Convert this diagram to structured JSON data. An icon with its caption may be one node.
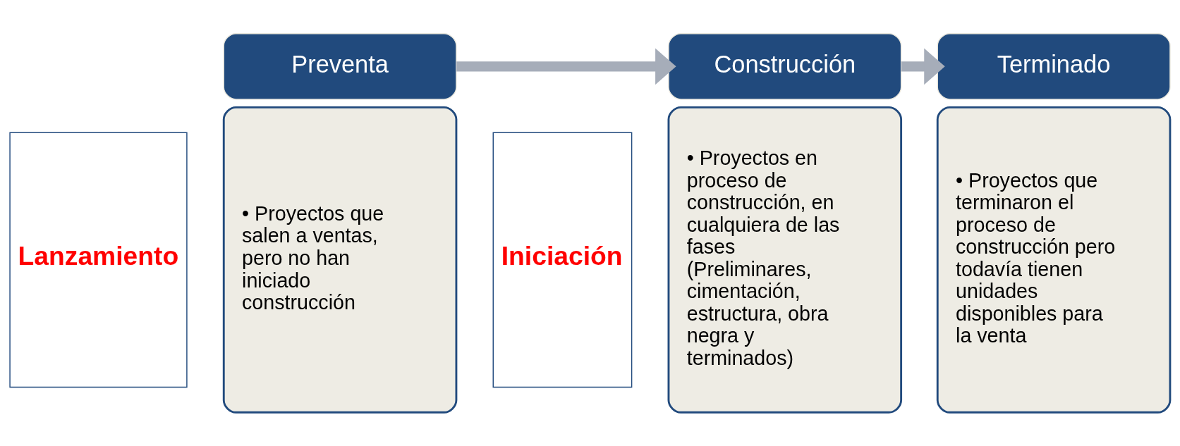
{
  "diagram": {
    "nodes": [
      {
        "text": [
          "Lanzamiento"
        ]
      },
      {
        "text": [
          "Preventa"
        ]
      },
      {
        "text": [
          "• Proyectos que salen a ventas, pero no han iniciado construcción"
        ]
      },
      {
        "text": [
          "Iniciación"
        ]
      },
      {
        "text": [
          "Construcción"
        ]
      },
      {
        "text": [
          "• Proyectos en proceso de construcción, en cualquiera de las fases (Preliminares, cimentación, estructura, obra negra y terminados)"
        ]
      },
      {
        "text": [
          "Terminado"
        ]
      },
      {
        "text": [
          "• Proyectos que terminaron el proceso de construcción pero todavía tienen unidades disponibles para la venta"
        ]
      }
    ],
    "edges": [
      {
        "from": 1,
        "to": 4,
        "arrow": "to"
      },
      {
        "from": 4,
        "to": 6,
        "arrow": "to"
      }
    ]
  }
}
